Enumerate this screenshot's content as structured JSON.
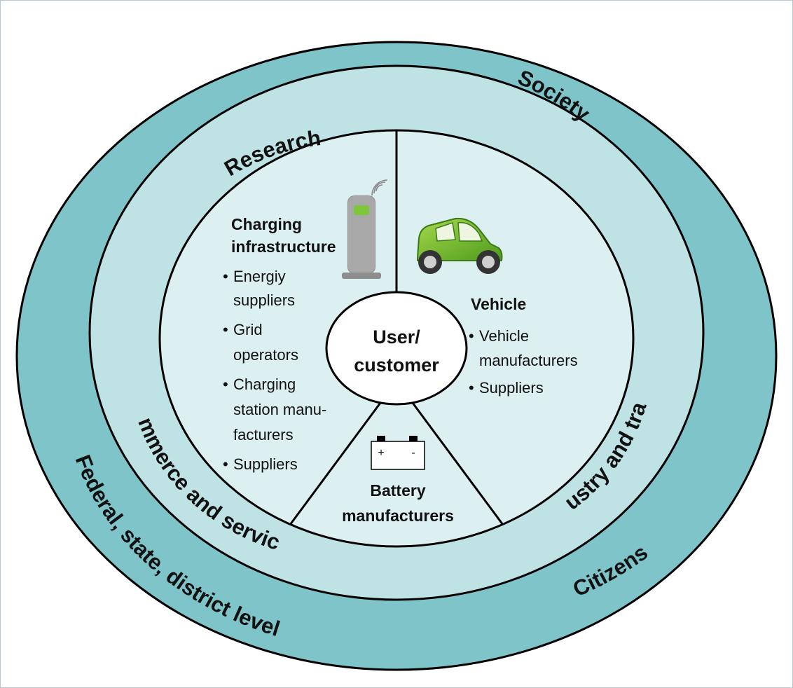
{
  "outer_ring": {
    "society": "Society",
    "citizens": "Citizens",
    "government": "Federal, state, district level"
  },
  "middle_ring": {
    "research": "Research",
    "commerce": "Commerce and services",
    "industry": "Industry and trades"
  },
  "center": {
    "line1": "User/",
    "line2": "customer"
  },
  "segments": {
    "charging": {
      "title_line1": "Charging",
      "title_line2": "infrastructure",
      "items": [
        {
          "line1": "Energiy",
          "line2": "suppliers"
        },
        {
          "line1": "Grid",
          "line2": "operators"
        },
        {
          "line1": "Charging",
          "line2": "station manu-",
          "line3": "facturers"
        },
        {
          "line1": "Suppliers"
        }
      ]
    },
    "vehicle": {
      "title": "Vehicle",
      "items": [
        {
          "line1": "Vehicle",
          "line2": "manufacturers"
        },
        {
          "line1": "Suppliers"
        }
      ]
    },
    "battery": {
      "title_line1": "Battery",
      "title_line2": "manufacturers",
      "plus": "+",
      "minus": "-"
    }
  },
  "colors": {
    "outer_ring": "#7ec4c9",
    "middle_ring": "#bfe3e5",
    "inner_disc": "#ddf0f1",
    "outline": "#000000"
  },
  "icons": [
    "charging-station-icon",
    "car-icon",
    "battery-icon"
  ]
}
